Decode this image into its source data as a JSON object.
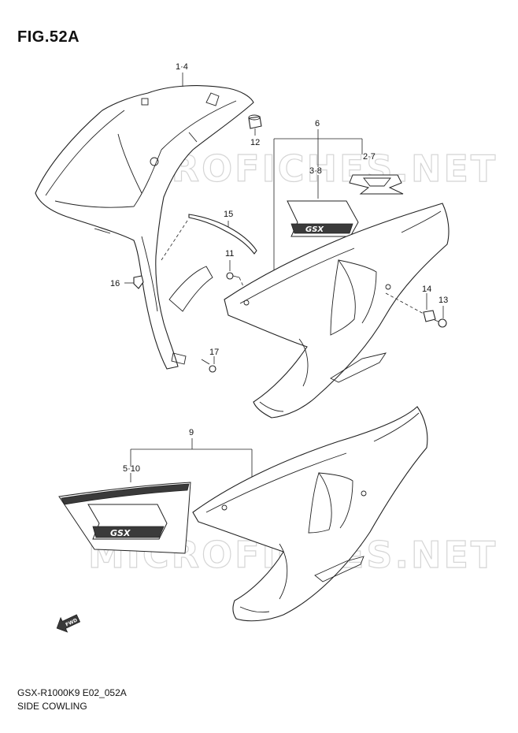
{
  "figure": {
    "title": "FIG.52A",
    "model_code": "GSX-R1000K9 E02_052A",
    "section_name": "SIDE COWLING"
  },
  "watermark": {
    "text": "MICROFICHES.NET"
  },
  "callouts": {
    "c1_4": "1·4",
    "c6": "6",
    "c2_7": "2·7",
    "c3_8": "3·8",
    "c12": "12",
    "c15": "15",
    "c11": "11",
    "c16": "16",
    "c17": "17",
    "c14": "14",
    "c13": "13",
    "c9": "9",
    "c5_10": "5·10"
  },
  "icons": {
    "fwd": "fwd-arrow-icon"
  }
}
